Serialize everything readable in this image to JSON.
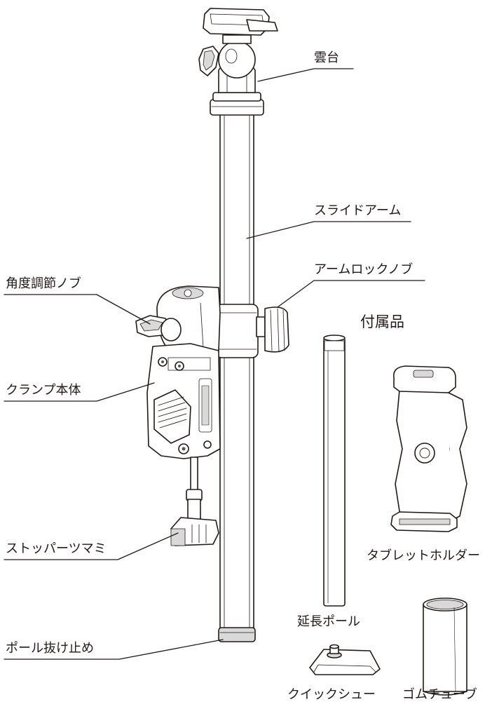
{
  "labels": {
    "head": "雲台",
    "slide_arm": "スライドアーム",
    "arm_lock_knob": "アームロックノブ",
    "angle_knob": "角度調節ノブ",
    "clamp_body": "クランプ本体",
    "stopper_knob": "ストッパーツマミ",
    "pole_stopper": "ポール抜け止め"
  },
  "accessories": {
    "heading": "付属品",
    "tablet_holder": "タブレットホルダー",
    "extension_pole": "延長ポール",
    "quick_shoe": "クイックシュー",
    "rubber_tube": "ゴムチューブ"
  },
  "colors": {
    "line": "#231815",
    "fill": "#ffffff",
    "shade": "#d9d9d9",
    "dark": "#555555"
  }
}
